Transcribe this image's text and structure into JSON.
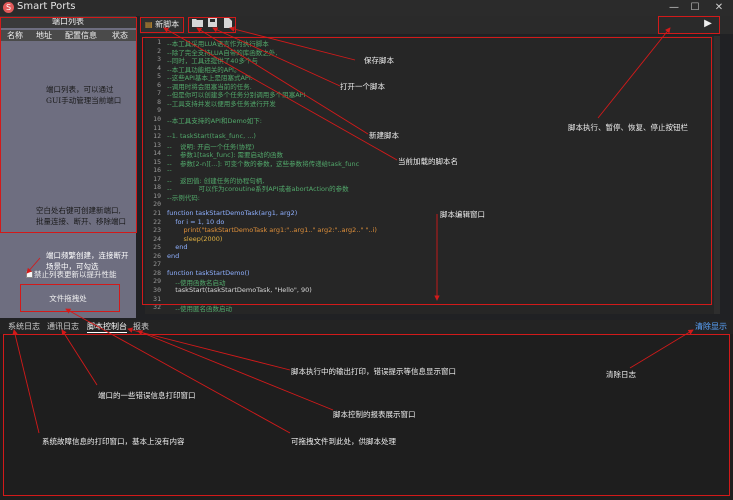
{
  "window": {
    "title": "Smart Ports",
    "logo_glyph": "S",
    "minimize_glyph": "—",
    "maximize_glyph": "☐",
    "close_glyph": "✕"
  },
  "left_panel": {
    "port_list_header": "端口列表",
    "columns": [
      "名称",
      "地址",
      "配置信息",
      "状态"
    ],
    "checkbox_label": "禁止列表更新以提升性能",
    "file_drop_label": "文件拖拽处"
  },
  "editor": {
    "tab_label": "新脚本",
    "tab_icon": "doc-icon",
    "toolbar_icons": [
      "open-folder-icon",
      "save-icon",
      "new-file-icon"
    ],
    "run_glyph": "▶",
    "lines": [
      {
        "n": "1",
        "t": "--本工具采用LUA语言作为执行脚本",
        "c": "cmt"
      },
      {
        "n": "2",
        "t": "--除了完全支持LUA自带的库函数之外,",
        "c": "cmt"
      },
      {
        "n": "3",
        "t": "--同时，工具还提供了40多个与",
        "c": "cmt"
      },
      {
        "n": "4",
        "t": "--本工具功能相关的API。",
        "c": "cmt"
      },
      {
        "n": "5",
        "t": "--这些API基本上是阻塞式API.",
        "c": "cmt"
      },
      {
        "n": "6",
        "t": "--调用时将会阻塞当前的任务.",
        "c": "cmt"
      },
      {
        "n": "7",
        "t": "--但是你可以创建多个任务分别调用多个阻塞API",
        "c": "cmt"
      },
      {
        "n": "8",
        "t": "--工具支持并发以便用多任务进行开发",
        "c": "cmt"
      },
      {
        "n": "9",
        "t": "",
        "c": "plain"
      },
      {
        "n": "10",
        "t": "--本工具支持的API和Demo如下:",
        "c": "cmt"
      },
      {
        "n": "11",
        "t": "",
        "c": "plain"
      },
      {
        "n": "12",
        "t": "--1. taskStart(task_func, ...)",
        "c": "cmt"
      },
      {
        "n": "13",
        "t": "--    说明: 开启一个任务(协程)",
        "c": "cmt"
      },
      {
        "n": "14",
        "t": "--    参数1[task_func]: 需要启动的函数",
        "c": "cmt"
      },
      {
        "n": "15",
        "t": "--    参数[2-n][...]: 可变个数的参数，这些参数将传递给task_func",
        "c": "cmt"
      },
      {
        "n": "16",
        "t": "--",
        "c": "cmt"
      },
      {
        "n": "17",
        "t": "--    返回值: 创建任务的协程句柄,",
        "c": "cmt"
      },
      {
        "n": "18",
        "t": "--             可以作为coroutine系列API或者abortAction的参数",
        "c": "cmt"
      },
      {
        "n": "19",
        "t": "--示例代码:",
        "c": "cmt"
      },
      {
        "n": "20",
        "t": "",
        "c": "plain"
      },
      {
        "n": "21",
        "t": "function taskStartDemoTask(arg1, arg2)",
        "c": "kw"
      },
      {
        "n": "22",
        "t": "    for i = 1, 10 do",
        "c": "kw"
      },
      {
        "n": "23",
        "t": "        print(\"taskStartDemoTask arg1:\"..arg1..\" arg2:\"..arg2..\" \"..i)",
        "c": "str"
      },
      {
        "n": "24",
        "t": "        sleep(2000)",
        "c": "num"
      },
      {
        "n": "25",
        "t": "    end",
        "c": "kw"
      },
      {
        "n": "26",
        "t": "end",
        "c": "kw"
      },
      {
        "n": "27",
        "t": "",
        "c": "plain"
      },
      {
        "n": "28",
        "t": "function taskStartDemo()",
        "c": "kw"
      },
      {
        "n": "29",
        "t": "    --使用函数名启动",
        "c": "cmt"
      },
      {
        "n": "30",
        "t": "    taskStart(taskStartDemoTask, \"Hello\", 90)",
        "c": "plain"
      },
      {
        "n": "31",
        "t": "",
        "c": "plain"
      },
      {
        "n": "32",
        "t": "    --使用匿名函数启动",
        "c": "cmt"
      }
    ]
  },
  "bottom": {
    "tabs": [
      "系统日志",
      "通讯日志",
      "脚本控制台",
      "报表"
    ],
    "active_tab": "脚本控制台",
    "clear_label": "清除显示"
  },
  "annotations": {
    "port_list": "端口列表，可以通过\nGUI手动管理当前端口",
    "right_click": "空白处右键可创建新端口,\n批量连接、断开、移除端口",
    "frequent": "端口频繁创建，连接断开\n场景中，可勾选",
    "save": "保存脚本",
    "open": "打开一个脚本",
    "new": "新建脚本",
    "current": "当前加载的脚本名",
    "run_controls": "脚本执行、暂停、恢复、停止按钮栏",
    "editor_window": "脚本编辑窗口",
    "print_output": "脚本执行中的输出打印，错误提示等信息显示窗口",
    "clear_log": "清除日志",
    "comm_log": "端口的一些错误信息打印窗口",
    "report": "脚本控制的报表展示窗口",
    "drag_drop": "可拖拽文件到此处，供脚本处理",
    "sys_log": "系统故障信息的打印窗口，基本上没有内容"
  },
  "colors": {
    "annotation_red": "#d21a1a",
    "link_blue": "#5aa5ff",
    "panel": "#6e6e80"
  }
}
